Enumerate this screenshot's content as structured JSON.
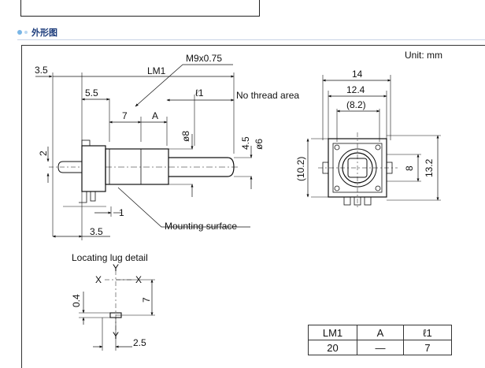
{
  "header": {
    "title": "外形图"
  },
  "unit_label": "Unit: mm",
  "side_view": {
    "dim_left_3_5": "3.5",
    "dim_lm1": "LM1",
    "dim_thread": "M9x0.75",
    "dim_5_5": "5.5",
    "dim_l1": "ℓ1",
    "no_thread_area": "No thread area",
    "dim_7": "7",
    "dim_a": "A",
    "dim_dia8": "ø8",
    "dim_4_5": "4.5",
    "dim_dia6": "ø6",
    "dim_2": "2",
    "dim_1": "1",
    "dim_bottom_3_5": "3.5",
    "mounting_surface": "Mounting surface"
  },
  "front_view": {
    "dim_14": "14",
    "dim_12_4": "12.4",
    "dim_8_2": "(8.2)",
    "dim_10_2": "(10.2)",
    "dim_8": "8",
    "dim_13_2": "13.2"
  },
  "lug_detail": {
    "title": "Locating lug detail",
    "y_top": "Y",
    "x_left": "X",
    "x_right": "X",
    "dim_0_4": "0.4",
    "dim_7": "7",
    "y_bottom": "Y",
    "dim_2_5": "2.5"
  },
  "spec_table": {
    "headers": [
      "LM1",
      "A",
      "ℓ1"
    ],
    "values": [
      "20",
      "—",
      "7"
    ]
  }
}
